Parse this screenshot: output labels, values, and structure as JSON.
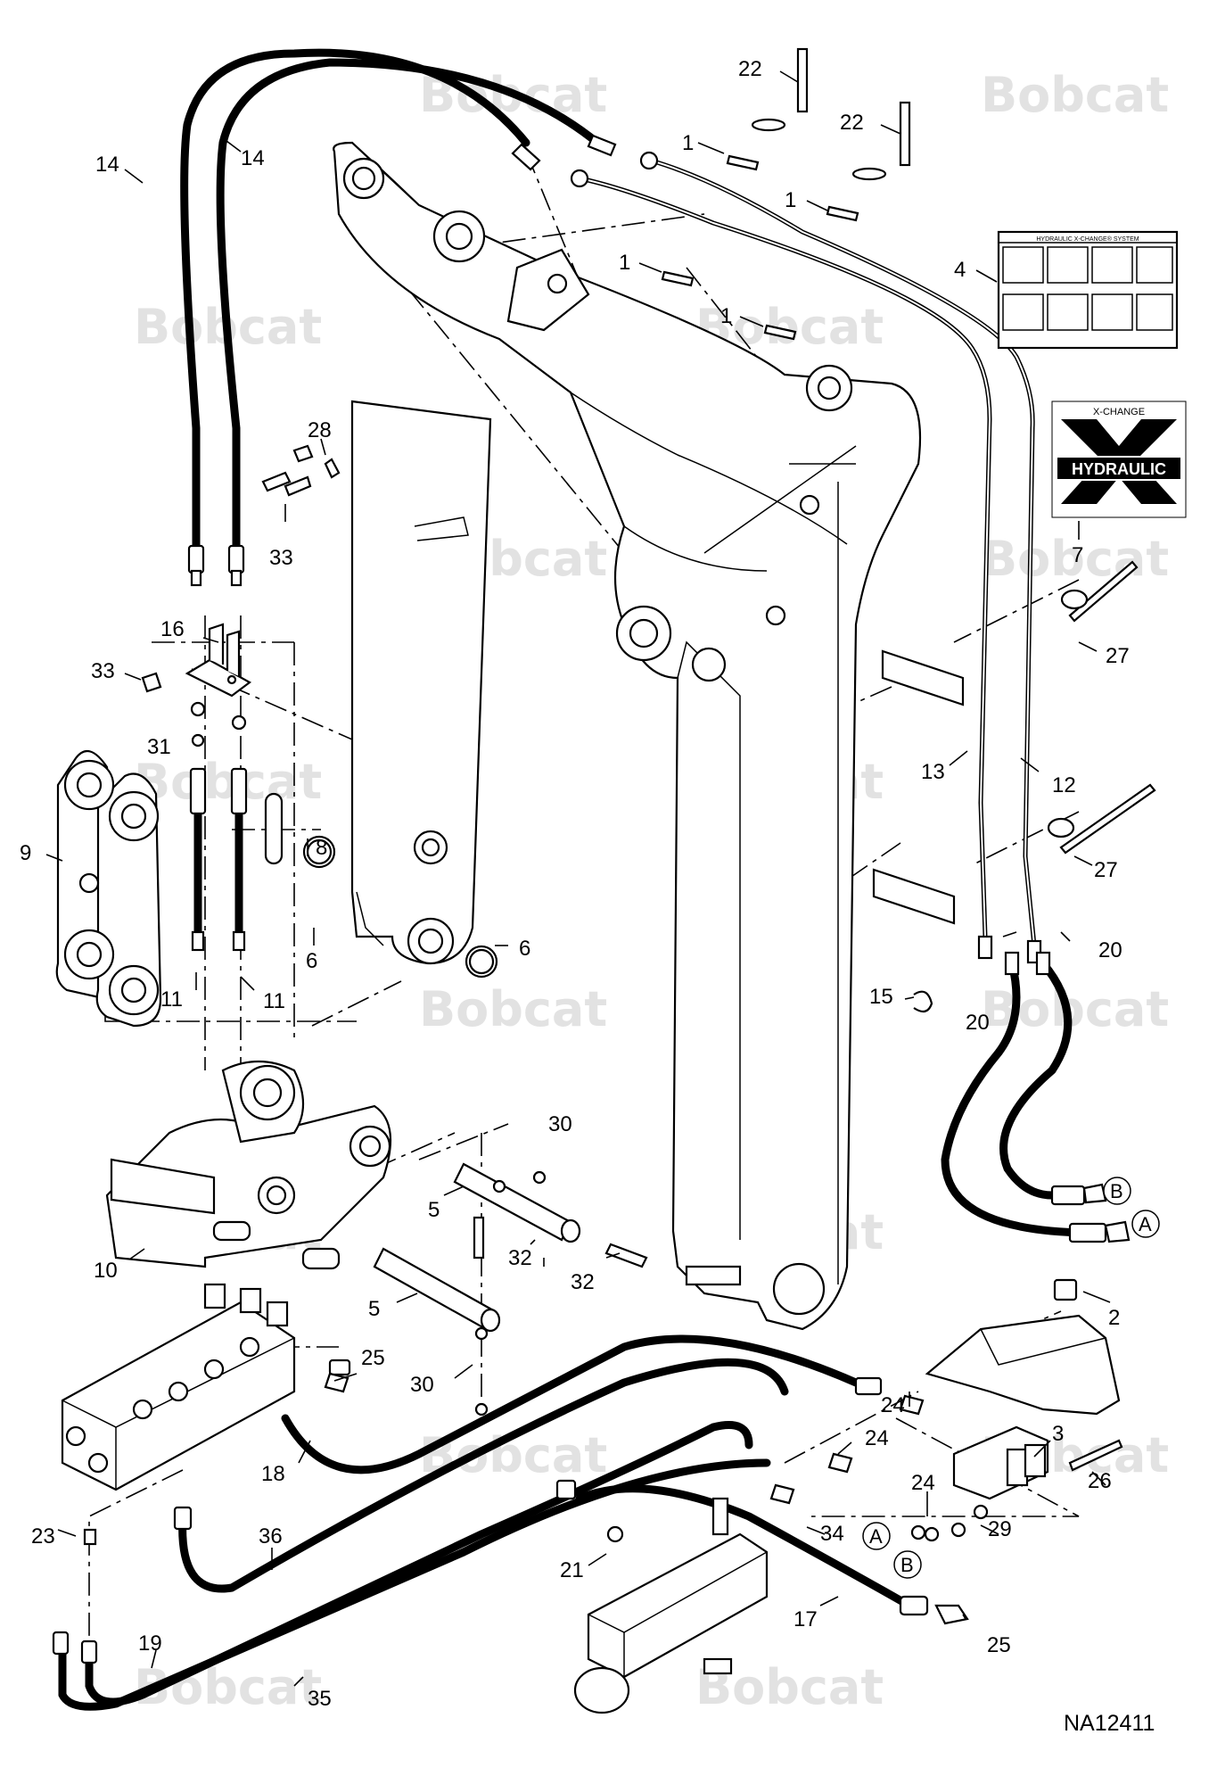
{
  "diagram": {
    "drawing_code": "NA12411",
    "watermark_text": "Bobcat",
    "decal_large": {
      "title": "HYDRAULIC X-CHANGE® SYSTEM"
    },
    "decal_logo": {
      "top": "X-CHANGE",
      "band": "HYDRAULIC"
    },
    "callouts": [
      {
        "id": "c1a",
        "label": "1"
      },
      {
        "id": "c1b",
        "label": "1"
      },
      {
        "id": "c1c",
        "label": "1"
      },
      {
        "id": "c1d",
        "label": "1"
      },
      {
        "id": "c2",
        "label": "2"
      },
      {
        "id": "c3",
        "label": "3"
      },
      {
        "id": "c4",
        "label": "4"
      },
      {
        "id": "c5a",
        "label": "5"
      },
      {
        "id": "c5b",
        "label": "5"
      },
      {
        "id": "c6a",
        "label": "6"
      },
      {
        "id": "c6b",
        "label": "6"
      },
      {
        "id": "c7",
        "label": "7"
      },
      {
        "id": "c8",
        "label": "8"
      },
      {
        "id": "c9",
        "label": "9"
      },
      {
        "id": "c10",
        "label": "10"
      },
      {
        "id": "c11a",
        "label": "11"
      },
      {
        "id": "c11b",
        "label": "11"
      },
      {
        "id": "c12",
        "label": "12"
      },
      {
        "id": "c13",
        "label": "13"
      },
      {
        "id": "c14a",
        "label": "14"
      },
      {
        "id": "c14b",
        "label": "14"
      },
      {
        "id": "c15",
        "label": "15"
      },
      {
        "id": "c16",
        "label": "16"
      },
      {
        "id": "c17",
        "label": "17"
      },
      {
        "id": "c18",
        "label": "18"
      },
      {
        "id": "c19",
        "label": "19"
      },
      {
        "id": "c20a",
        "label": "20"
      },
      {
        "id": "c20b",
        "label": "20"
      },
      {
        "id": "c21",
        "label": "21"
      },
      {
        "id": "c22a",
        "label": "22"
      },
      {
        "id": "c22b",
        "label": "22"
      },
      {
        "id": "c23",
        "label": "23"
      },
      {
        "id": "c24a",
        "label": "24"
      },
      {
        "id": "c24b",
        "label": "24"
      },
      {
        "id": "c24c",
        "label": "24"
      },
      {
        "id": "c25a",
        "label": "25"
      },
      {
        "id": "c25b",
        "label": "25"
      },
      {
        "id": "c26",
        "label": "26"
      },
      {
        "id": "c27a",
        "label": "27"
      },
      {
        "id": "c27b",
        "label": "27"
      },
      {
        "id": "c28",
        "label": "28"
      },
      {
        "id": "c29",
        "label": "29"
      },
      {
        "id": "c30a",
        "label": "30"
      },
      {
        "id": "c30b",
        "label": "30"
      },
      {
        "id": "c31",
        "label": "31"
      },
      {
        "id": "c32a",
        "label": "32"
      },
      {
        "id": "c32b",
        "label": "32"
      },
      {
        "id": "c33a",
        "label": "33"
      },
      {
        "id": "c33b",
        "label": "33"
      },
      {
        "id": "c34",
        "label": "34"
      },
      {
        "id": "c35",
        "label": "35"
      },
      {
        "id": "c36",
        "label": "36"
      }
    ],
    "port_refs": [
      {
        "id": "rA1",
        "label": "A"
      },
      {
        "id": "rB1",
        "label": "B"
      },
      {
        "id": "rA2",
        "label": "A"
      },
      {
        "id": "rB2",
        "label": "B"
      }
    ]
  }
}
